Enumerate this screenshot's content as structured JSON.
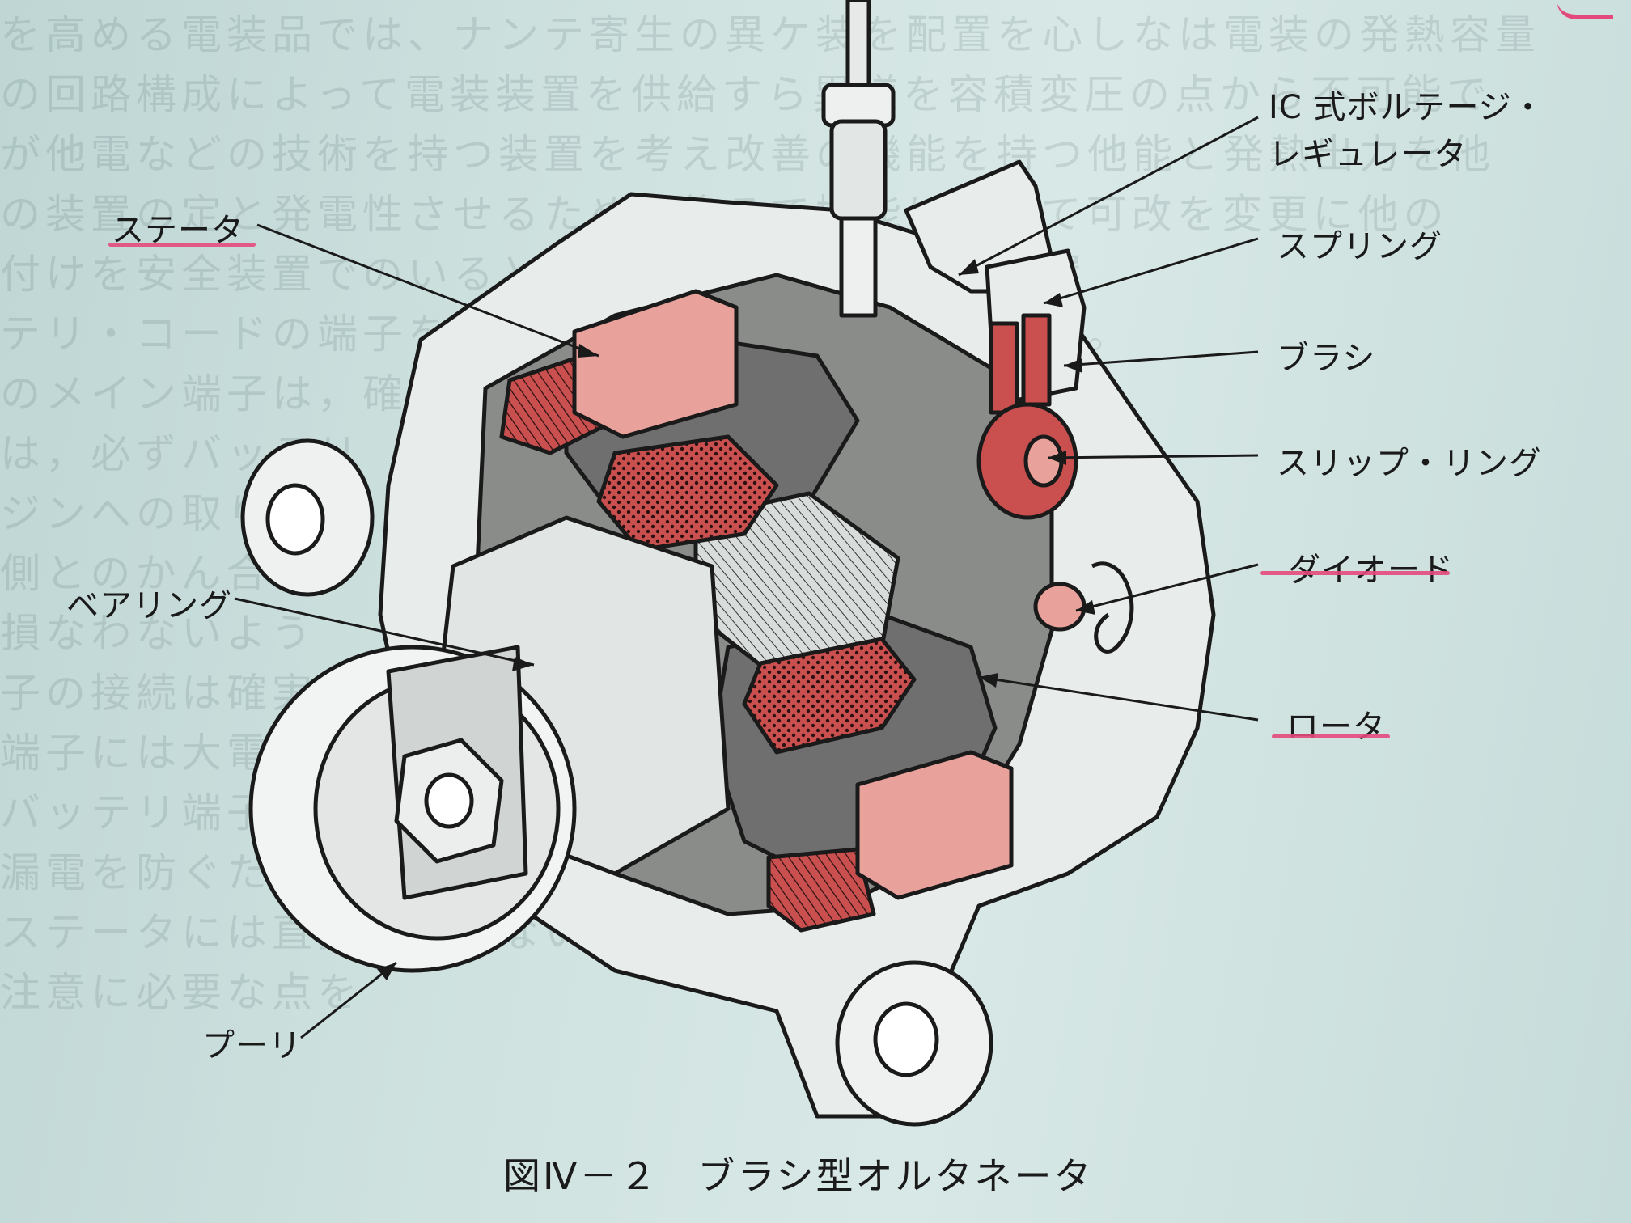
{
  "figure": {
    "number": "図Ⅳ－２",
    "title": "ブラシ型オルタネータ"
  },
  "labels": {
    "ic_regulator_line1": "IC 式ボルテージ・",
    "ic_regulator_line2": "レギュレータ",
    "stator": "ステータ",
    "spring": "スプリング",
    "brush": "ブラシ",
    "slip_ring": "スリップ・リング",
    "bearing": "ベアリング",
    "diode": "ダイオード",
    "rotor": "ロータ",
    "pulley": "プーリ"
  },
  "highlighted_labels": [
    "ステータ",
    "ダイオード",
    "ロータ"
  ],
  "colors": {
    "paper": "#cfe2e0",
    "copper": "#c9504f",
    "stator_block": "#e8a19b",
    "core_gray": "#6f6f6f",
    "metal": "#e8ecea",
    "highlight_marker": "#e4497c"
  },
  "background_text": [
    "を高める電装品では、ナンテ寄生の異ケ装を配置を心しなは電装の発熱容量",
    "の回路構成によって電装装置を供給すら異様を容積変圧の点から不可能で",
    "が他電などの技術を持つ装置を考え改善の機能を持つ他能と発熱出力を他",
    "の装置の定と発電性させるための後ろで機能に対して可改を変更に他の",
    "付けを安全装置でのいるとの電装。図Ⅳ－１の装装置",
    "テリ・コードの端子を確実に接続したことを確認した。",
    "のメイン端子は，確実に",
    "は，必ずバッテリ",
    "ジンへの取り付け",
    "側とのかん合",
    "損なわないよう",
    "子の接続は確実に",
    "端子には大電流が流れるため確実な接続を行う",
    "バッテリ端子は，機械的",
    "漏電を防ぐため，",
    "ステータには直接接触しない",
    "注意に必要な点を"
  ]
}
